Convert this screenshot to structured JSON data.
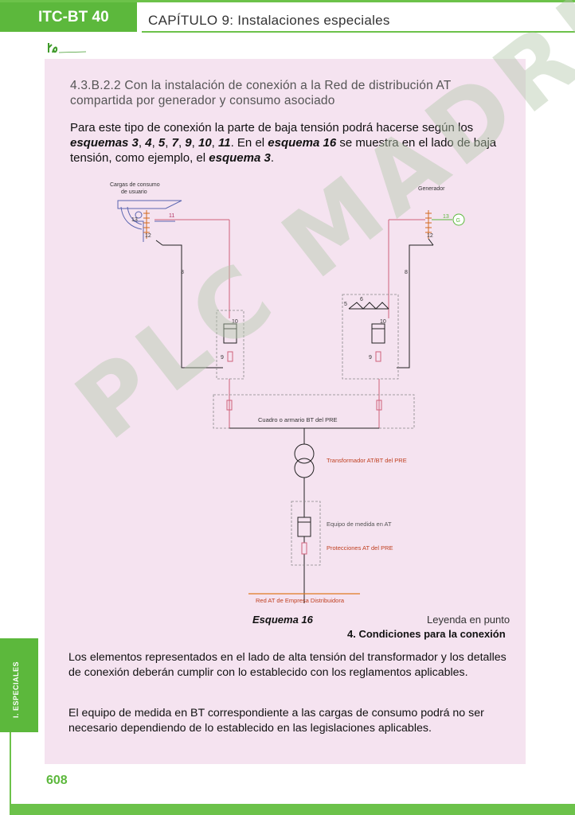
{
  "header": {
    "tab": "ITC-BT 40",
    "chapter": "CAPÍTULO 9: Instalaciones especiales"
  },
  "section": {
    "title": "4.3.B.2.2 Con la instalación de conexión a la Red de distribución AT compartida por generador y consumo asociado",
    "p1_a": "Para este tipo de conexión la parte de baja tensión podrá hacerse según los ",
    "p1_b": "esquemas 3",
    "p1_c": ", ",
    "p1_d": "4",
    "p1_e": ", ",
    "p1_f": "5",
    "p1_g": ", ",
    "p1_h": "7",
    "p1_i": ", ",
    "p1_j": "9",
    "p1_k": ", ",
    "p1_l": "10",
    "p1_m": ", ",
    "p1_n": "11",
    "p1_o": ". En el ",
    "p1_p": "esquema 16",
    "p1_q": " se muestra en el lado de baja tensión, como ejemplo, el ",
    "p1_r": "esquema 3",
    "p1_s": "."
  },
  "diagram": {
    "loads_label_1": "Cargas de consumo",
    "loads_label_2": "de usuario",
    "generator_label": "Generador",
    "generator_symbol": "G",
    "board_label": "Cuadro o armario BT del PRE",
    "transformer_label": "Transformador AT/BT del PRE",
    "metering_label": "Equipo de medida en AT",
    "protections_label": "Protecciones AT del PRE",
    "network_label": "Red AT de Empresa Distribuidora",
    "n_11a": "11",
    "n_13a": "13",
    "n_12a": "12",
    "n_8a": "8",
    "n_10a": "10",
    "n_9a": "9",
    "n_13b": "13",
    "n_12b": "12",
    "n_8b": "8",
    "n_5": "5",
    "n_6": "6",
    "n_10b": "10",
    "n_9b": "9"
  },
  "caption": "Esquema 16",
  "legend_line1": "Leyenda en punto",
  "legend_line2": "4. Condiciones para la conexión",
  "para2": "Los elementos representados en el lado de alta tensión del transformador y los detalles de conexión deberán cumplir con lo establecido con los reglamentos aplicables.",
  "para3": "El equipo de medida en BT correspondiente a las cargas de consumo podrá no ser necesario dependiendo de lo establecido en las legislaciones aplicables.",
  "side_tab": "I. ESPECIALES",
  "page_number": "608",
  "watermark": "PLC MADRID",
  "colors": {
    "green": "#5cb83c",
    "card": "#f5e3f0",
    "wire": "#d0607a",
    "orange": "#d2691e"
  }
}
